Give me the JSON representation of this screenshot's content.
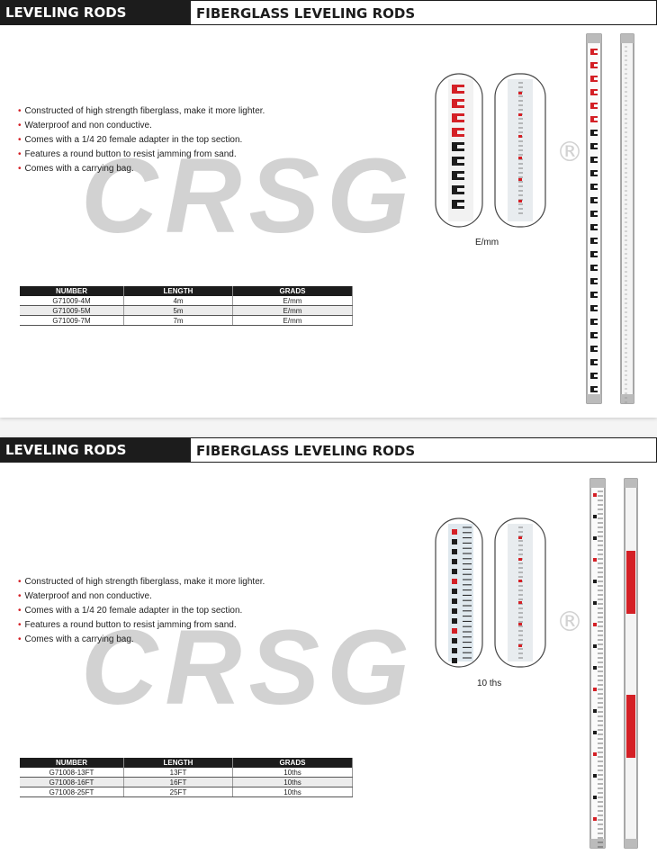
{
  "sections": [
    {
      "header_left": "LEVELING RODS",
      "header_right": "FIBERGLASS  LEVELING RODS",
      "features": [
        "Constructed of high strength fiberglass, make it more lighter.",
        "Waterproof and non conductive.",
        "Comes with a 1/4 20 female adapter in the top section.",
        "Features a round button to resist jamming from sand.",
        "Comes with a carrying bag."
      ],
      "table": {
        "headers": [
          "NUMBER",
          "LENGTH",
          "GRADS"
        ],
        "rows": [
          [
            "G71009-4M",
            "4m",
            "E/mm"
          ],
          [
            "G71009-5M",
            "5m",
            "E/mm"
          ],
          [
            "G71009-7M",
            "7m",
            "E/mm"
          ]
        ]
      },
      "closeup_caption": "E/mm",
      "watermark": "CRSG",
      "registered_mark": "®",
      "rod_style": "metric",
      "accent_color": "#d42026"
    },
    {
      "header_left": "LEVELING RODS",
      "header_right": "FIBERGLASS  LEVELING RODS",
      "features": [
        "Constructed of high strength fiberglass, make it more lighter.",
        "Waterproof and non conductive.",
        "Comes with a 1/4 20 female adapter in the top section.",
        "Features a round button to resist jamming from sand.",
        "Comes with a carrying bag."
      ],
      "table": {
        "headers": [
          "NUMBER",
          "LENGTH",
          "GRADS"
        ],
        "rows": [
          [
            "G71008-13FT",
            "13FT",
            "10ths"
          ],
          [
            "G71008-16FT",
            "16FT",
            "10ths"
          ],
          [
            "G71008-25FT",
            "25FT",
            "10ths"
          ]
        ]
      },
      "closeup_caption": "10 ths",
      "watermark": "CRSG",
      "registered_mark": "®",
      "rod_style": "feet",
      "accent_color": "#d42026"
    }
  ],
  "colors": {
    "header_dark": "#1c1c1c",
    "watermark": "#d2d2d2",
    "accent": "#d42026"
  }
}
